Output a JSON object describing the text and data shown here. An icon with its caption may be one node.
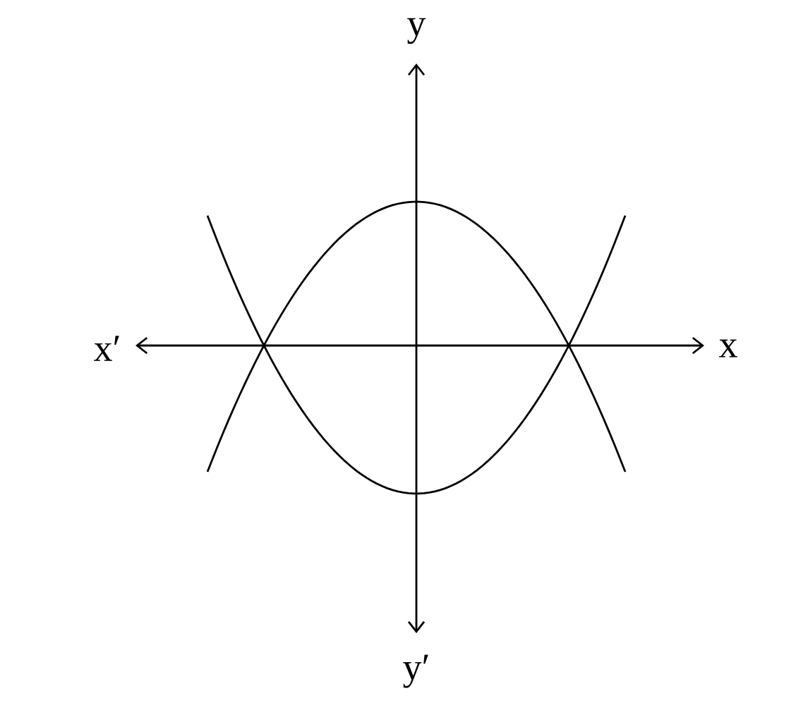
{
  "diagram": {
    "labels": [
      "y",
      "x′",
      "x",
      "y′"
    ]
  }
}
